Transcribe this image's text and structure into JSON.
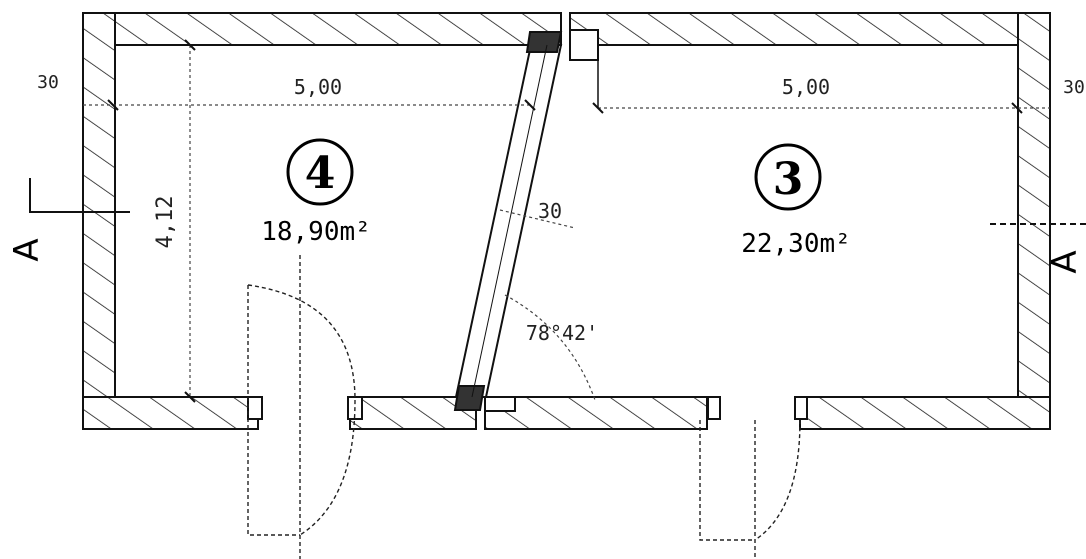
{
  "rooms": [
    {
      "number": "4",
      "area": "18,90m²"
    },
    {
      "number": "3",
      "area": "22,30m²"
    }
  ],
  "dimensions": {
    "room4_width": "5,00",
    "room3_width": "5,00",
    "room4_depth": "4,12",
    "left_wall": "30",
    "right_wall": "30",
    "partition_thickness": "30",
    "partition_angle": "78°42'"
  },
  "section_markers": {
    "left": "A",
    "right": "A"
  }
}
